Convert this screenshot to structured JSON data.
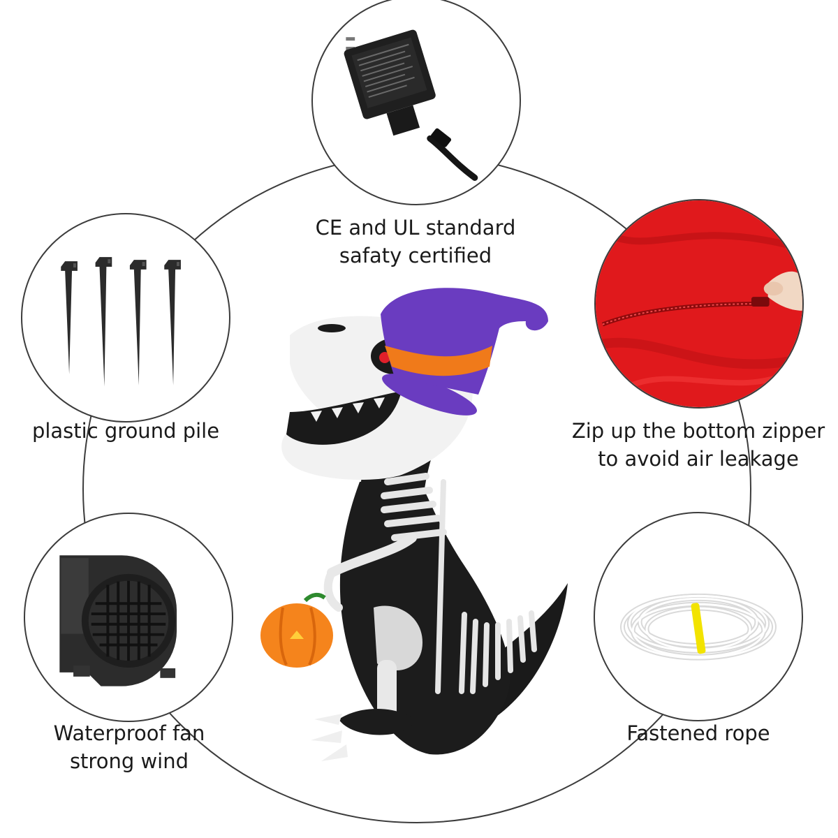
{
  "features": {
    "adapter": {
      "line1": "CE and UL standard",
      "line2": "safaty certified"
    },
    "stakes": {
      "line1": "plastic ground pile"
    },
    "zipper": {
      "line1": "Zip up the bottom zipper",
      "line2": "to avoid air leakage"
    },
    "fan": {
      "line1": "Waterproof fan",
      "line2": "strong wind"
    },
    "rope": {
      "line1": "Fastened rope"
    }
  },
  "colors": {
    "ring": "#3c3c3c",
    "zipper_fabric": "#e0191c",
    "hat_purple": "#6a3cc0",
    "hat_band": "#f07a1a",
    "pumpkin": "#f5841c",
    "rope_tie": "#f2e300"
  },
  "icons": [
    "power-adapter-icon",
    "ground-stake-icon",
    "zipper-icon",
    "blower-fan-icon",
    "rope-icon",
    "inflatable-dinosaur-image"
  ]
}
